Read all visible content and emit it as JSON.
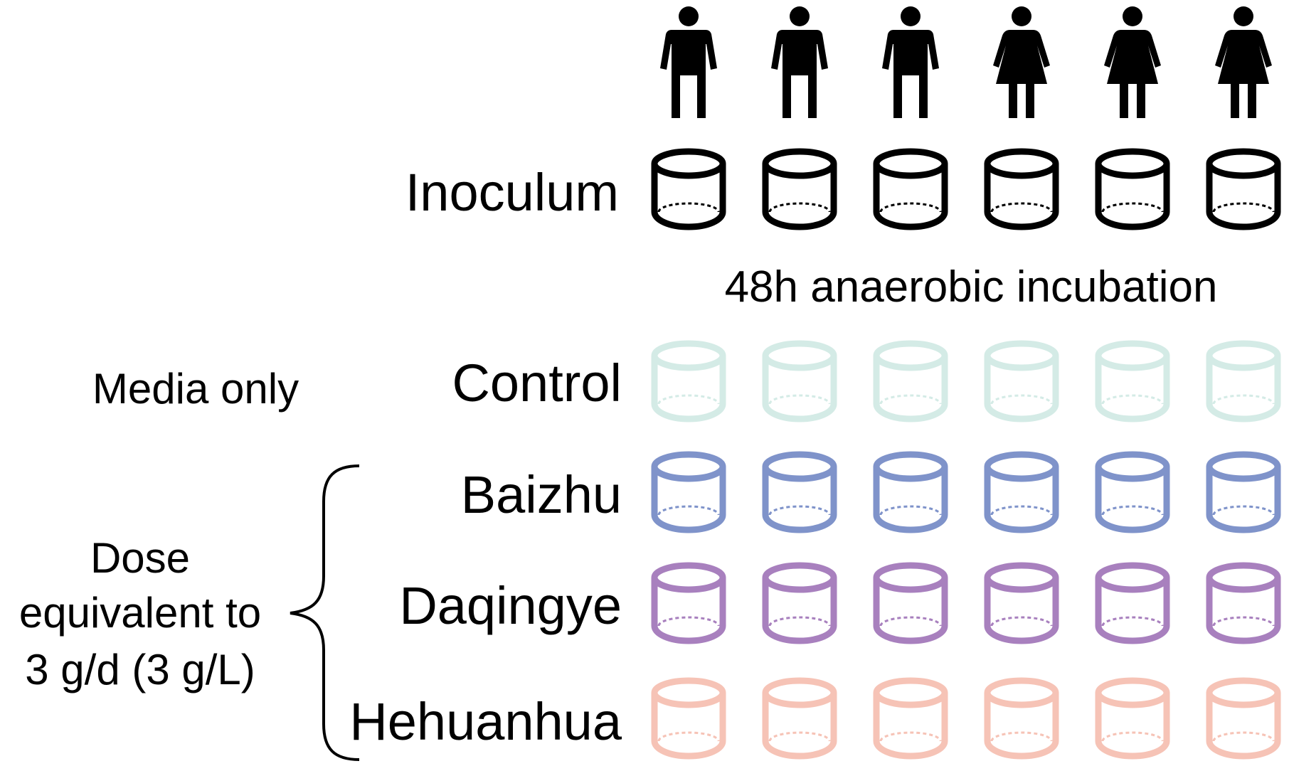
{
  "people": [
    {
      "sex": "male",
      "icon": "male-person-icon"
    },
    {
      "sex": "male",
      "icon": "male-person-icon"
    },
    {
      "sex": "male",
      "icon": "male-person-icon"
    },
    {
      "sex": "female",
      "icon": "female-person-icon"
    },
    {
      "sex": "female",
      "icon": "female-person-icon"
    },
    {
      "sex": "female",
      "icon": "female-person-icon"
    }
  ],
  "rows": [
    {
      "key": "inoculum",
      "label": "Inoculum",
      "color": "#000000",
      "icon": "jar-icon"
    },
    {
      "key": "control",
      "label": "Control",
      "color": "#d4ebe6",
      "icon": "jar-icon"
    },
    {
      "key": "baizhu",
      "label": "Baizhu",
      "color": "#7f93ca",
      "icon": "jar-icon"
    },
    {
      "key": "daqingye",
      "label": "Daqingye",
      "color": "#a880be",
      "icon": "jar-icon"
    },
    {
      "key": "hehuanhua",
      "label": "Hehuanhua",
      "color": "#f6c3b6",
      "icon": "jar-icon"
    }
  ],
  "incubation": "48h anaerobic incubation",
  "media_only": "Media only",
  "dose": {
    "line1": "Dose",
    "line2": "equivalent to",
    "line3": "3 g/d (3 g/L)"
  }
}
